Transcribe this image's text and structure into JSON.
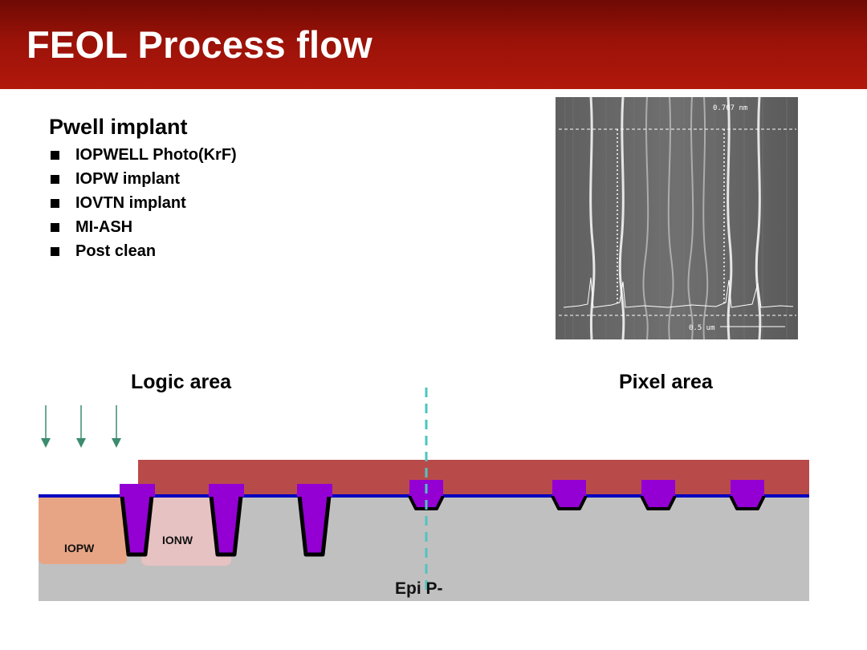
{
  "slide": {
    "title": "FEOL Process flow"
  },
  "section": {
    "title": "Pwell implant",
    "bullets": [
      "IOPWELL Photo(KrF)",
      "IOPW implant",
      "IOVTN implant",
      "MI-ASH",
      "Post clean"
    ]
  },
  "diagram": {
    "logic_label": "Logic area",
    "pixel_label": "Pixel area",
    "well_left_label": "IOPW",
    "well_right_label": "IONW",
    "substrate_label": "Epi P-",
    "colors": {
      "header": "#a0140a",
      "photoresist": "#b94a4a",
      "substrate": "#c0c0c0",
      "iopw_well": "#e8a585",
      "ionw_well": "#e7c2c2",
      "sti_fill": "#9400d3",
      "liner": "#0000c0",
      "divider": "#4ec5c0",
      "implant_arrow": "#3c8c6e"
    }
  },
  "sem_image": {
    "scale_top": "0.707 nm",
    "scale_bottom": "0.5 um"
  }
}
